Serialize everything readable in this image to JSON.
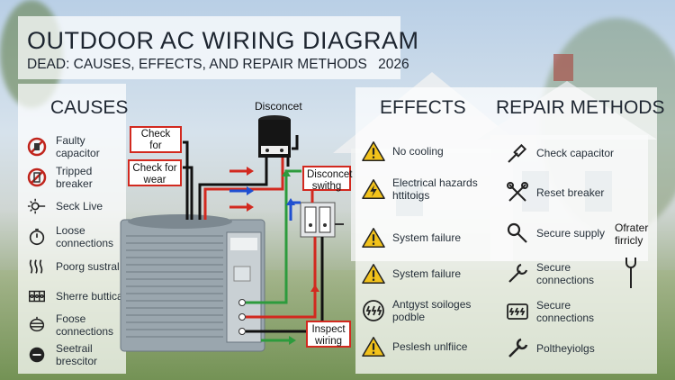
{
  "title": "OUTDOOR AC WIRING DIAGRAM",
  "subtitle": "DEAD: CAUSES, EFFECTS, AND REPAIR METHODS",
  "year": "2026",
  "colors": {
    "red": "#d2291f",
    "blue": "#1f4fd1",
    "green": "#2d9b3d",
    "black": "#111111",
    "warning": "#f2c21b"
  },
  "causes": {
    "heading": "CAUSES",
    "items": [
      {
        "icon": "no-capacitor-icon",
        "label": "Faulty capacitor"
      },
      {
        "icon": "no-breaker-icon",
        "label": "Tripped breaker"
      },
      {
        "icon": "sun-wire-icon",
        "label": "Seck Live"
      },
      {
        "icon": "timer-icon",
        "label": "Loose connections"
      },
      {
        "icon": "heat-wave-icon",
        "label": "Poorg sustral"
      },
      {
        "icon": "terminal-block-icon",
        "label": "Sherre buttical"
      },
      {
        "icon": "coil-icon",
        "label": "Foose connections"
      },
      {
        "icon": "gauge-icon",
        "label": "Seetrail brescitor"
      }
    ]
  },
  "diagram": {
    "disconnect_top_label": "Disconcet",
    "disconnect_switch_label": "Disconcet swithg",
    "callout_check_for": "Check for",
    "callout_check_for_wear": "Check for wear",
    "callout_inspect_wiring": "Inspect wiring"
  },
  "effects": {
    "heading": "EFFECTS",
    "items": [
      {
        "icon": "warning-icon",
        "label": "No cooling"
      },
      {
        "icon": "electrical-hazard-icon",
        "label": "Electrical hazards httitoigs"
      },
      {
        "icon": "warning-icon",
        "label": "System failure"
      },
      {
        "icon": "warning-icon",
        "label": "System failure"
      },
      {
        "icon": "electric-circle-icon",
        "label": "Antgyst soiloges podble"
      },
      {
        "icon": "warning-icon",
        "label": "Peslesh unlfiice"
      }
    ]
  },
  "repairs": {
    "heading": "REPAIR METHODS",
    "items": [
      {
        "icon": "screwdriver-icon",
        "label": "Check capacitor"
      },
      {
        "icon": "tools-icon",
        "label": "Reset breaker"
      },
      {
        "icon": "probe-icon",
        "label": "Secure supply"
      },
      {
        "icon": "wrench-icon",
        "label": "Secure connections"
      },
      {
        "icon": "terminal-icon",
        "label": "Secure connections"
      },
      {
        "icon": "wrench-icon",
        "label": "Poltheyiolgs"
      }
    ],
    "extra": {
      "icon": "wrench-icon",
      "label": "Ofrater firricly"
    }
  }
}
